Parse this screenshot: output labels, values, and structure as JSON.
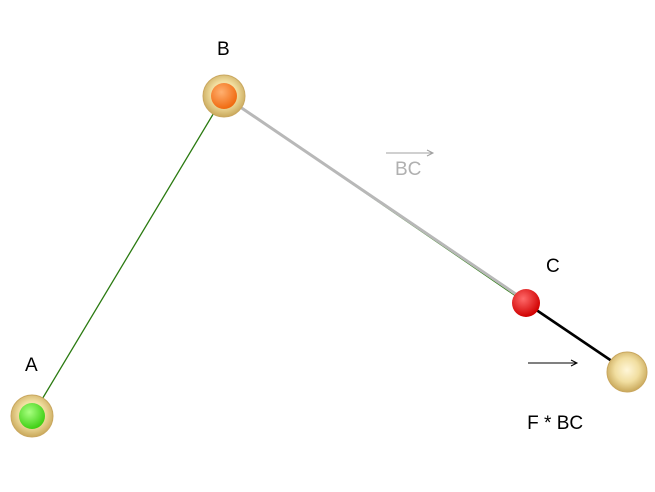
{
  "points": {
    "A": {
      "label": "A",
      "color": "#44dd22"
    },
    "B": {
      "label": "B",
      "color": "#ff7a1a"
    },
    "C": {
      "label": "C",
      "color": "#e00000"
    }
  },
  "segment_ab_color": "#2a7a10",
  "vector_bc": {
    "label": "BC",
    "color": "#b0b0b0"
  },
  "vector_f_bc": {
    "label_prefix": "F * ",
    "label_vec": "BC",
    "color": "#000000"
  },
  "ring_color": "#e8d59a"
}
